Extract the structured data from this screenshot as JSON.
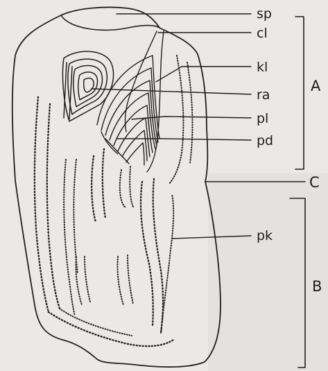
{
  "labels": {
    "sp": "sp",
    "cl": "cl",
    "kl": "kl",
    "ra": "ra",
    "pl": "pl",
    "pd": "pd",
    "pk": "pk"
  },
  "regions": {
    "A": "A",
    "B": "B",
    "C": "C"
  },
  "colors": {
    "background": "#e9e7e6",
    "ink": "#1f1f1f"
  }
}
